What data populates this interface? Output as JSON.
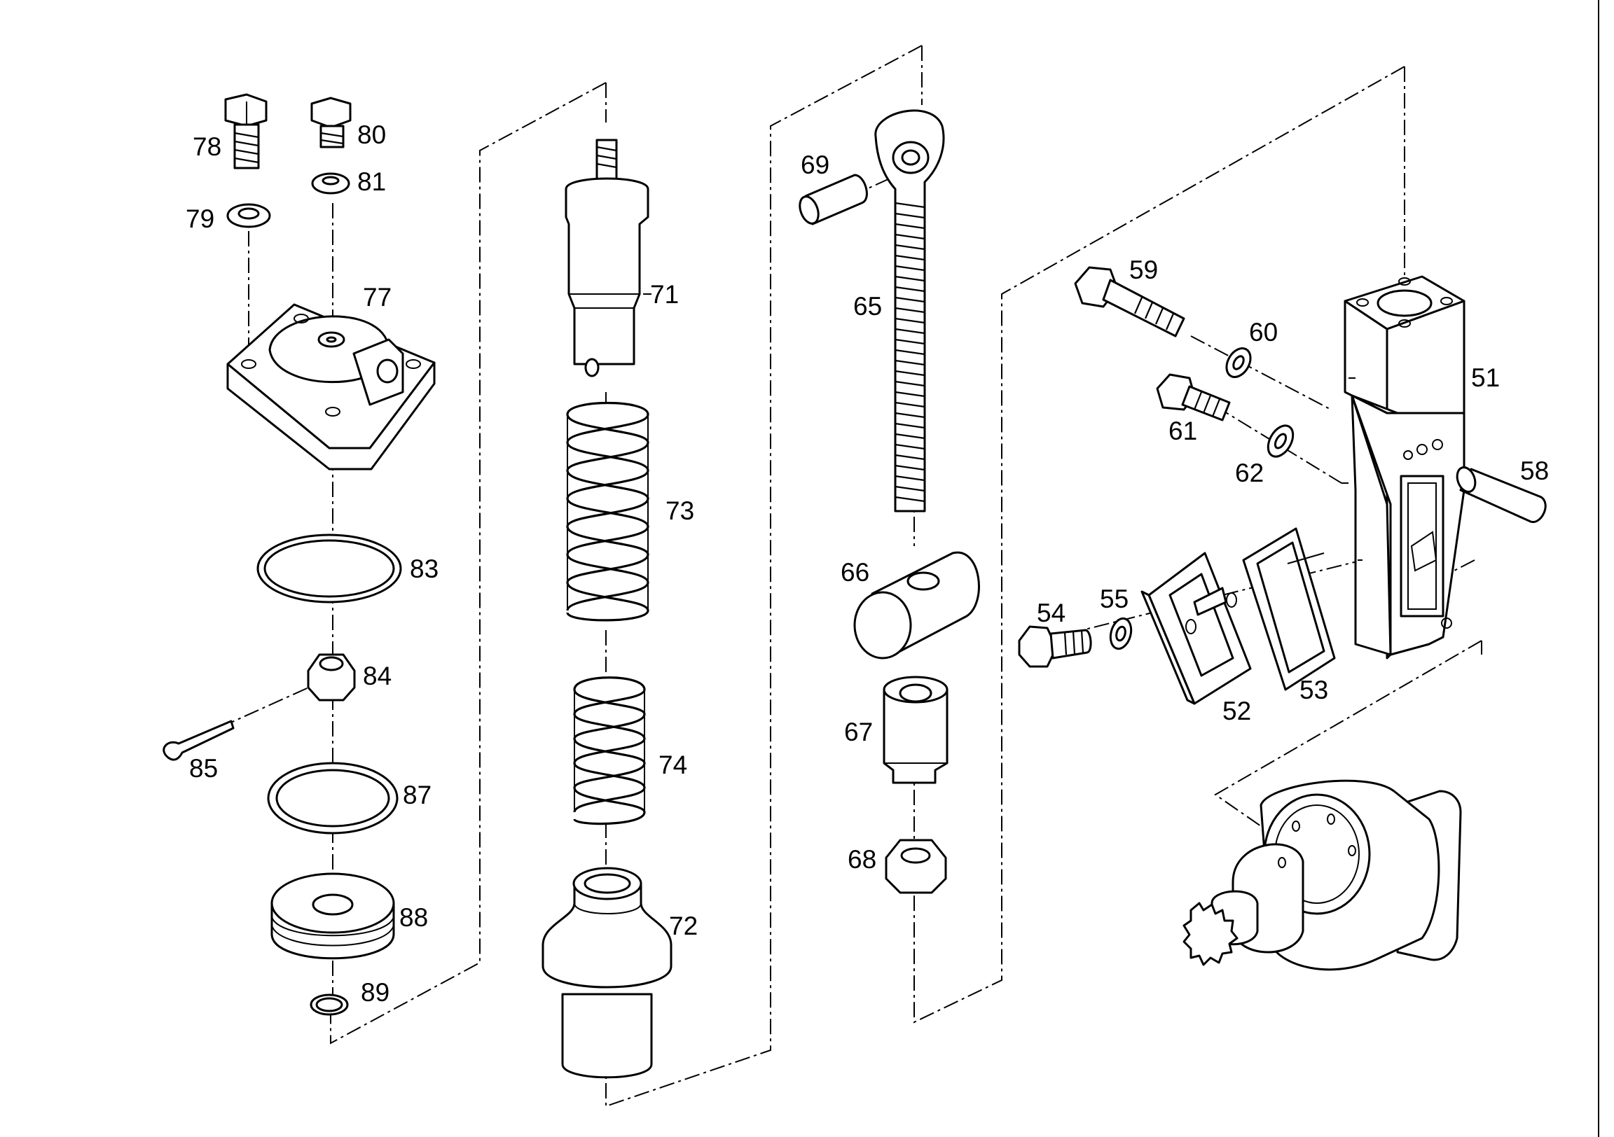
{
  "diagram": {
    "callouts": {
      "p51": "51",
      "p52": "52",
      "p53": "53",
      "p54": "54",
      "p55": "55",
      "p58": "58",
      "p59": "59",
      "p60": "60",
      "p61": "61",
      "p62": "62",
      "p65": "65",
      "p66": "66",
      "p67": "67",
      "p68": "68",
      "p69": "69",
      "p71": "71",
      "p72": "72",
      "p73": "73",
      "p74": "74",
      "p77": "77",
      "p78": "78",
      "p79": "79",
      "p80": "80",
      "p81": "81",
      "p83": "83",
      "p84": "84",
      "p85": "85",
      "p87": "87",
      "p88": "88",
      "p89": "89"
    }
  }
}
